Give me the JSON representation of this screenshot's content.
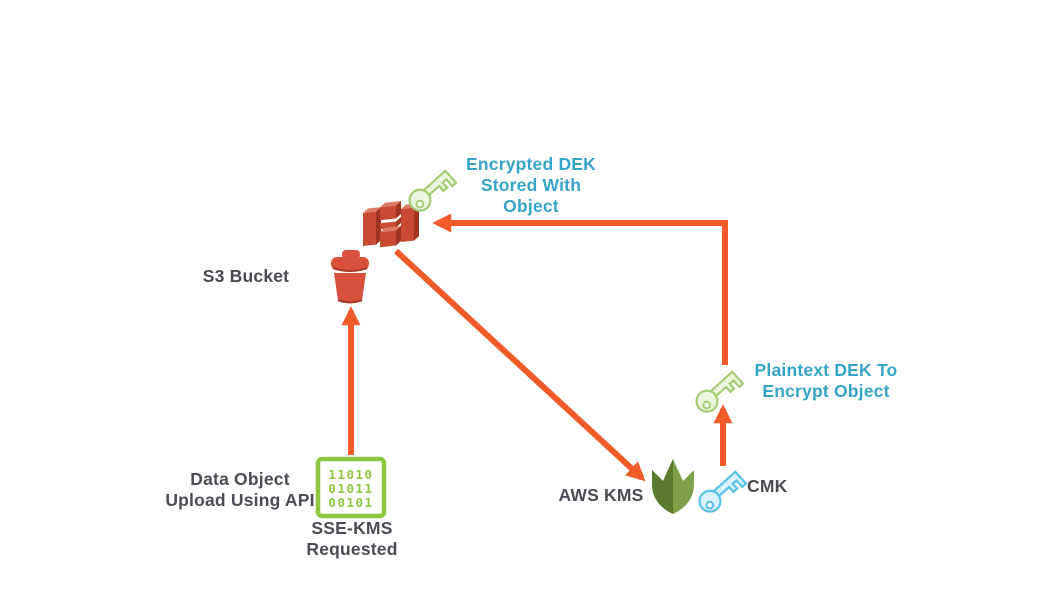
{
  "labels": {
    "encrypted_dek": "Encrypted DEK\nStored With\nObject",
    "s3_bucket": "S3 Bucket",
    "data_object": "Data Object\nUpload Using API",
    "sse_kms": "SSE-KMS\nRequested",
    "aws_kms": "AWS KMS",
    "cmk": "CMK",
    "plaintext_dek": "Plaintext DEK To\nEncrypt Object"
  },
  "binary_icon": {
    "rows": [
      "11010",
      "01011",
      "00101"
    ]
  },
  "icons": {
    "s3_object": "s3-service-icon",
    "s3_bucket": "bucket-icon",
    "kms_shield": "shield-icon",
    "cmk_key": "blue-key-icon",
    "plaintext_key": "green-key-icon",
    "encrypted_key": "green-key-icon",
    "data_upload": "binary-data-icon"
  },
  "edges": [
    {
      "from": "sse-kms-request",
      "to": "s3-bucket",
      "direction": "up"
    },
    {
      "from": "s3-object",
      "to": "aws-kms",
      "direction": "diagonal-down-right"
    },
    {
      "from": "cmk",
      "to": "plaintext-dek-key",
      "direction": "up"
    },
    {
      "from": "plaintext-dek-key",
      "to": "s3-object",
      "direction": "up-then-left"
    }
  ],
  "colors": {
    "arrow": "#F15A29",
    "blue_text": "#36A3C9",
    "dark_text": "#4B4C53",
    "icon_green": "#8DC63F",
    "shield_dark": "#5A7A30",
    "shield_light": "#7EA04A",
    "s3_red_front": "#C84A33",
    "s3_red_top": "#DF7B64",
    "s3_red_side": "#A0341F",
    "bucket_red": "#D7513D",
    "key_green_stroke": "#A5CC74",
    "key_green_fill": "#EAF5DB",
    "key_blue_stroke": "#58C2E8",
    "key_blue_fill": "#D9F1FB"
  }
}
